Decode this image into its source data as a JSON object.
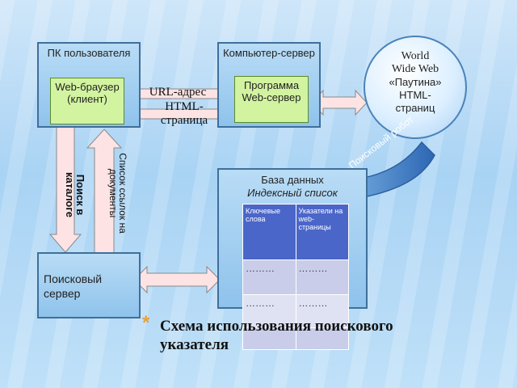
{
  "pc": {
    "title": "ПК пользователя",
    "browser": "Web-браузер (клиент)"
  },
  "server": {
    "title": "Компьютер-сервер",
    "program": "Программа Web-сервер"
  },
  "www": {
    "line1": "World",
    "line2": "Wide Web",
    "line3": "«Паутина»",
    "line4": "HTML-страниц"
  },
  "arrows": {
    "url": "URL-адрес",
    "html": "HTML-страница",
    "search_catalog": "Поиск в каталоге",
    "links_list": "Список ссылок на документы",
    "robot": "Поисковый робот"
  },
  "database": {
    "title": "База данных",
    "subtitle": "Индексный список",
    "col1": "Ключевые слова",
    "col2": "Указатели на web-страницы",
    "rows": [
      [
        "………",
        "………"
      ],
      [
        "………",
        "………"
      ],
      [
        "",
        ""
      ]
    ]
  },
  "search_server": {
    "title": "Поисковый сервер"
  },
  "caption": {
    "bullet": "*",
    "text": "Схема использования поискового указателя"
  },
  "colors": {
    "box": "#8fc3ec",
    "green": "#d2f3a0",
    "arrow_fill": "#fde3e3",
    "table_header": "#4b66c9"
  }
}
